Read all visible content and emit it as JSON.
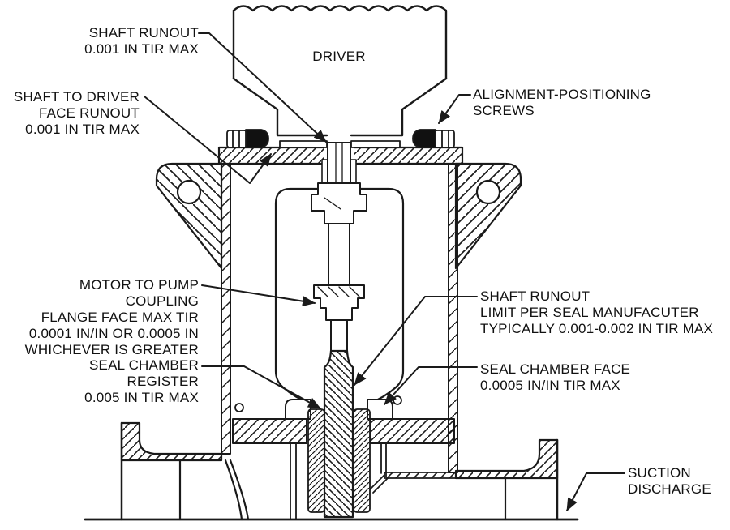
{
  "drawing": {
    "background": "#ffffff",
    "line_color": "#1a1a1a",
    "labels": {
      "driver": "DRIVER",
      "shaft_runout_top": "SHAFT RUNOUT\n0.001 IN TIR MAX",
      "shaft_to_driver_face_runout": "SHAFT TO DRIVER\nFACE RUNOUT\n0.001 IN TIR MAX",
      "alignment_positioning_screws": "ALIGNMENT-POSITIONING SCREWS",
      "motor_to_pump_coupling": "MOTOR TO PUMP COUPLING\nFLANGE FACE MAX TIR\n0.0001 IN/IN OR 0.0005 IN\nWHICHEVER IS GREATER",
      "seal_chamber_register": "SEAL CHAMBER REGISTER\n0.005 IN TIR MAX",
      "shaft_runout_seal": "SHAFT RUNOUT\nLIMIT PER SEAL MANUFACUTER\nTYPICALLY 0.001-0.002 IN TIR MAX",
      "seal_chamber_face": "SEAL CHAMBER FACE\n0.0005 IN/IN TIR MAX",
      "suction_discharge": "SUCTION\nDISCHARGE"
    }
  }
}
